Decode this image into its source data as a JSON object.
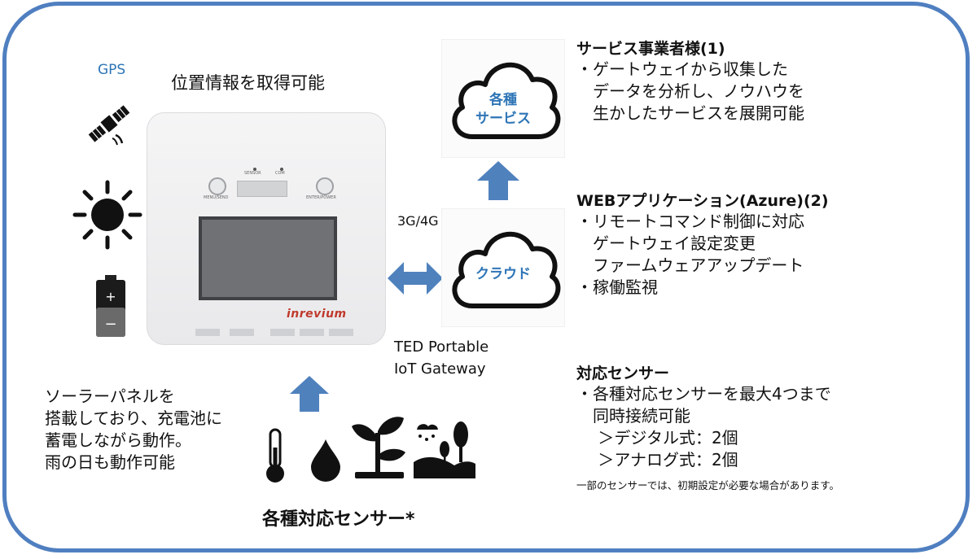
{
  "left": {
    "gps_label": "GPS",
    "location_text": "位置情報を取得可能",
    "solar_text": "ソーラーパネルを\n搭載しており、充電池に\n蓄電しながら動作。\n雨の日も動作可能"
  },
  "bottom": {
    "sensors_title": "各種対応センサー*"
  },
  "device": {
    "brand": "inrevium",
    "label": "TED Portable\nIoT Gateway",
    "btn_left": "MENU/SEND",
    "btn_right": "ENTER/POWER",
    "sensor_label": "SENSOR",
    "com_label": "COM"
  },
  "network": {
    "label": "3G/4G"
  },
  "clouds": {
    "service_cloud": "各種\nサービス",
    "cloud": "クラウド"
  },
  "right": {
    "service_title": "サービス事業者様(1)",
    "service_body": "・ゲートウェイから収集した\n　データを分析し、ノウハウを\n　生かしたサービスを展開可能",
    "web_title": "WEBアプリケーション(Azure)(2)",
    "web_body": "・リモートコマンド制御に対応\n　ゲートウェイ設定変更\n　ファームウェアアップデート\n・稼働監視",
    "sensor_title": "対応センサー",
    "sensor_body": "・各種対応センサーを最大4つまで\n　同時接続可能\n　 ＞デジタル式：2個\n　 ＞アナログ式：2個",
    "note": "一部のセンサーでは、初期設定が必要な場合があります。"
  },
  "colors": {
    "frame": "#4f7fc0",
    "arrow": "#4f81bd",
    "accent_text": "#2e75b6"
  }
}
